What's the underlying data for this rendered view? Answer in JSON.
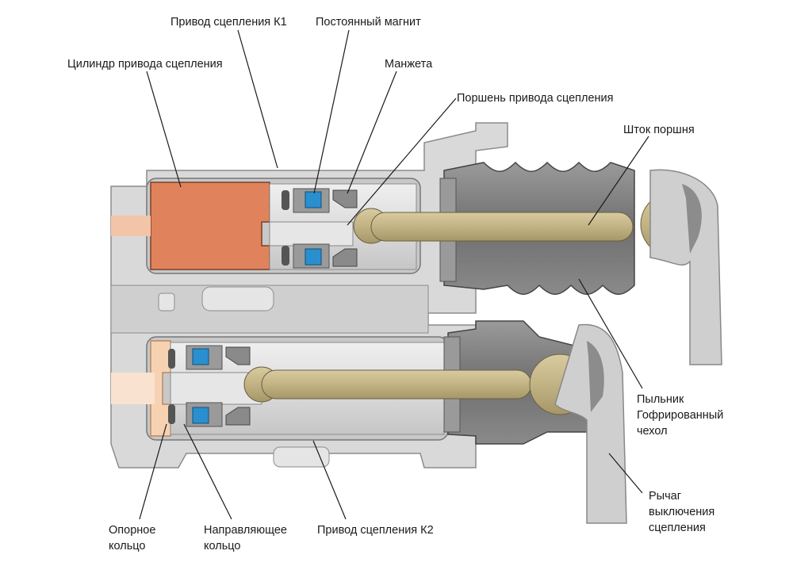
{
  "labels": {
    "clutch_drive_k1": "Привод сцепления К1",
    "permanent_magnet": "Постоянный магнит",
    "clutch_cylinder": "Цилиндр привода сцепления",
    "cuff": "Манжета",
    "clutch_piston": "Поршень привода сцепления",
    "piston_rod": "Шток поршня",
    "dust_boot": "Пыльник\nГофрированный\nчехол",
    "release_lever": "Рычаг\nвыключения\nсцепления",
    "support_ring": "Опорное\nкольцо",
    "guide_ring": "Направляющее\nкольцо",
    "clutch_drive_k2": "Привод сцепления К2"
  },
  "colors": {
    "housing": "#d9d9d9",
    "housing_edge": "#8c8c8c",
    "fluid_k1": "#e0835d",
    "fluid_k2": "#f6d2b2",
    "rod": "#c9b98a",
    "seal_blue": "#2a8fcf",
    "boot": "#7f7f7f"
  }
}
